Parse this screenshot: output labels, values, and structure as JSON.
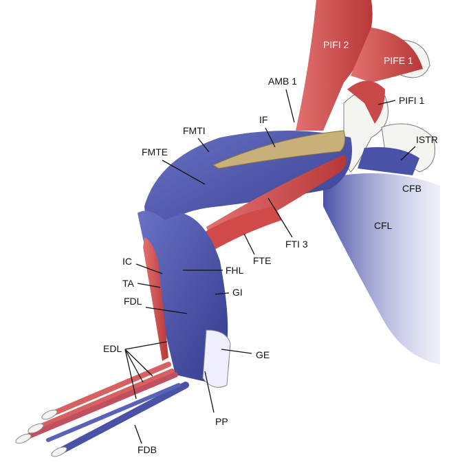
{
  "colors": {
    "muscle_blue": "#4a52a8",
    "muscle_red": "#d44a4a",
    "tendon_tan": "#c9b07a",
    "bone": "#f4f4f0"
  },
  "labels": {
    "pifi2": "PIFI 2",
    "pife1": "PIFE 1",
    "pifi1": "PIFI 1",
    "amb1": "AMB 1",
    "if": "IF",
    "fmti": "FMTI",
    "istr": "ISTR",
    "fmte": "FMTE",
    "cfb": "CFB",
    "cfl": "CFL",
    "fti3": "FTI 3",
    "fte": "FTE",
    "ic": "IC",
    "fhl": "FHL",
    "ta": "TA",
    "gi": "GI",
    "fdl": "FDL",
    "edl": "EDL",
    "ge": "GE",
    "pp": "PP",
    "fdb": "FDB"
  }
}
